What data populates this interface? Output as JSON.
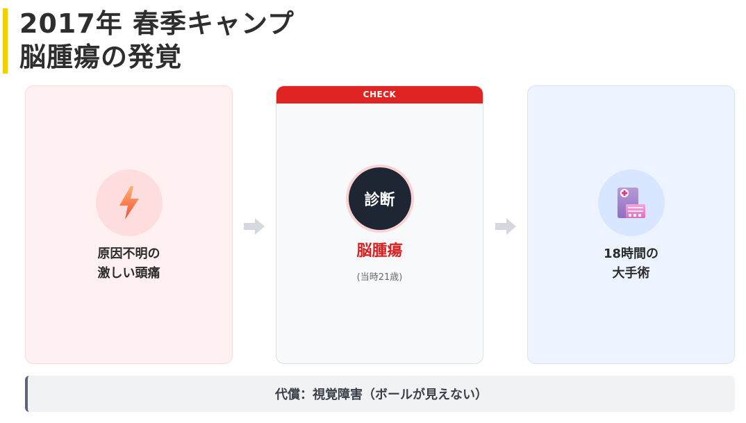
{
  "title": {
    "line1": "2017年 春季キャンプ",
    "line2": "脳腫瘍の発覚"
  },
  "colors": {
    "accent_bar": "#f5d000",
    "check_red": "#e02424",
    "diagnosis_dark": "#1e2533",
    "card1_bg": "#fff1f1",
    "card2_bg": "#f8f9fb",
    "card3_bg": "#eef4ff"
  },
  "steps": [
    {
      "icon": "lightning-icon",
      "line1": "原因不明の",
      "line2": "激しい頭痛"
    },
    {
      "badge": "CHECK",
      "circle_text": "診断",
      "main": "脳腫瘍",
      "sub": "(当時21歳)"
    },
    {
      "icon": "hospital-icon",
      "line1": "18時間の",
      "line2": "大手術"
    }
  ],
  "footer": {
    "text": "代償：視覚障害（ボールが見えない）"
  }
}
